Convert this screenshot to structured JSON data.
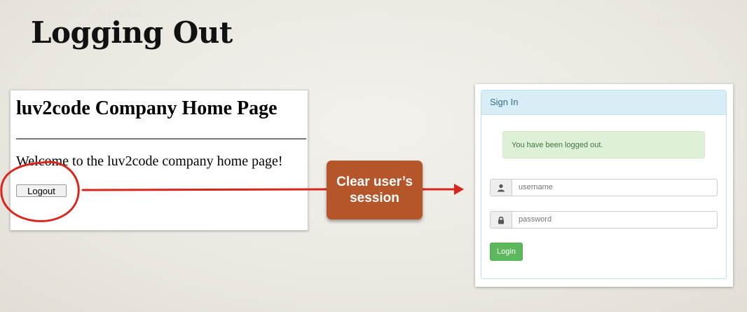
{
  "overlay": {
    "left_text": "Security - Logout Overview",
    "right_text": "Перейти к заявке"
  },
  "slide": {
    "title": "Logging Out"
  },
  "home_page": {
    "heading": "luv2code Company Home Page",
    "welcome": "Welcome to the luv2code company home page!",
    "logout_label": "Logout"
  },
  "action": {
    "label_line1": "Clear user’s",
    "label_line2": "session"
  },
  "signin": {
    "heading": "Sign In",
    "alert": "You have been logged out.",
    "username_placeholder": "username",
    "password_placeholder": "password",
    "login_label": "Login"
  },
  "icons": {
    "user": "user-icon",
    "lock": "lock-icon"
  },
  "colors": {
    "annotation_red": "#d9261c",
    "action_box": "#b5552a",
    "login_green": "#5cb85c",
    "alert_bg": "#dff0d8",
    "signin_heading_bg": "#d9edf7"
  }
}
